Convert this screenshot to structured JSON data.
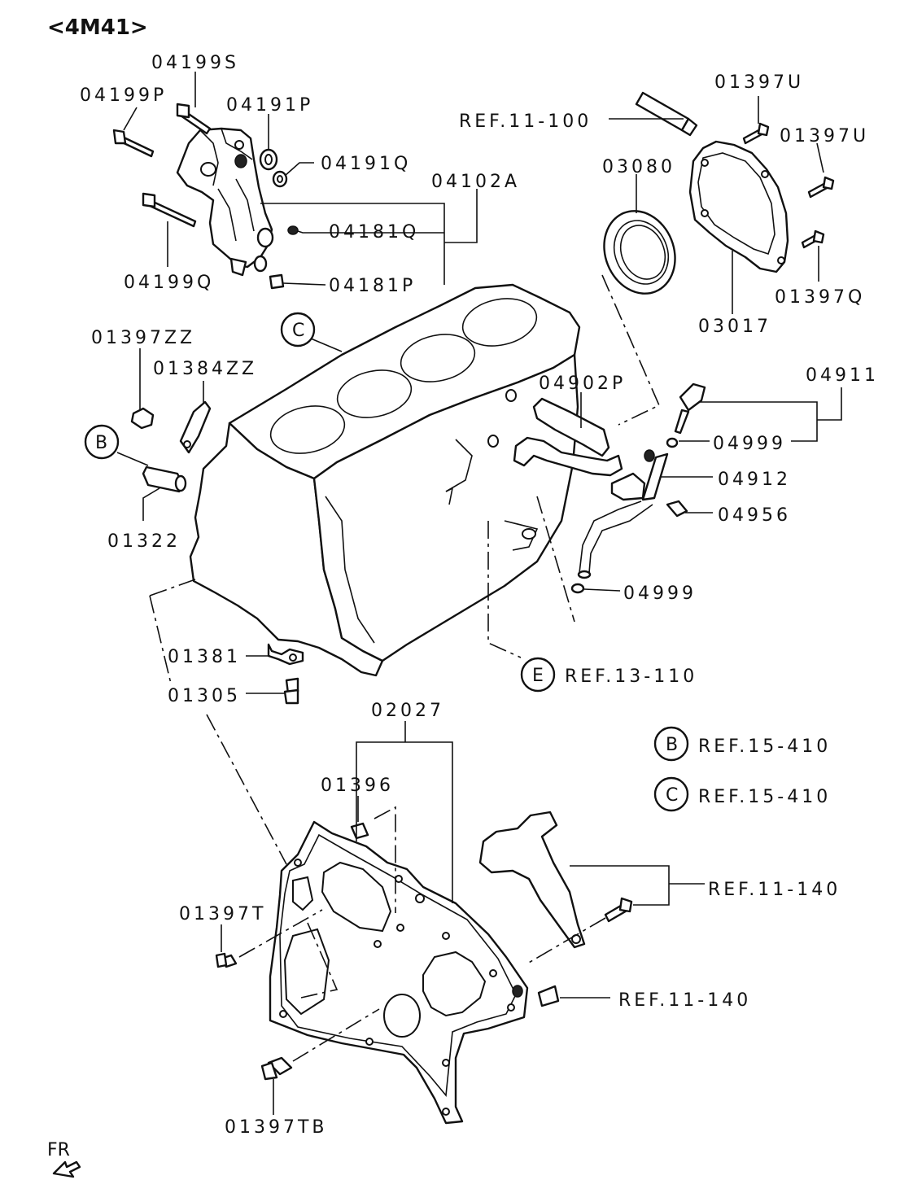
{
  "title": "<4M41>",
  "fr_label": "FR",
  "callouts": {
    "c_top": "C",
    "b_left": "B",
    "e_ref": "E",
    "b_legend": "B",
    "c_legend": "C"
  },
  "labels": {
    "p04199S": "04199S",
    "p04199P": "04199P",
    "p04191P": "04191P",
    "p04191Q": "04191Q",
    "p04102A": "04102A",
    "p04181Q": "04181Q",
    "p04181P": "04181P",
    "p04199Q": "04199Q",
    "ref_11_100": "REF.11-100",
    "p01397U_a": "01397U",
    "p01397U_b": "01397U",
    "p03080": "03080",
    "p01397Q": "01397Q",
    "p03017": "03017",
    "p01397ZZ": "01397ZZ",
    "p01384ZZ": "01384ZZ",
    "p04911": "04911",
    "p04902P": "04902P",
    "p04999_a": "04999",
    "p04912": "04912",
    "p04956": "04956",
    "p04999_b": "04999",
    "p01322": "01322",
    "p01381": "01381",
    "p01305": "01305",
    "ref_13_110": "REF.13-110",
    "p02027": "02027",
    "ref_15_410_b": "REF.15-410",
    "ref_15_410_c": "REF.15-410",
    "p01396": "01396",
    "ref_11_140_a": "REF.11-140",
    "p01397T": "01397T",
    "ref_11_140_b": "REF.11-140",
    "p01397TB": "01397TB"
  }
}
